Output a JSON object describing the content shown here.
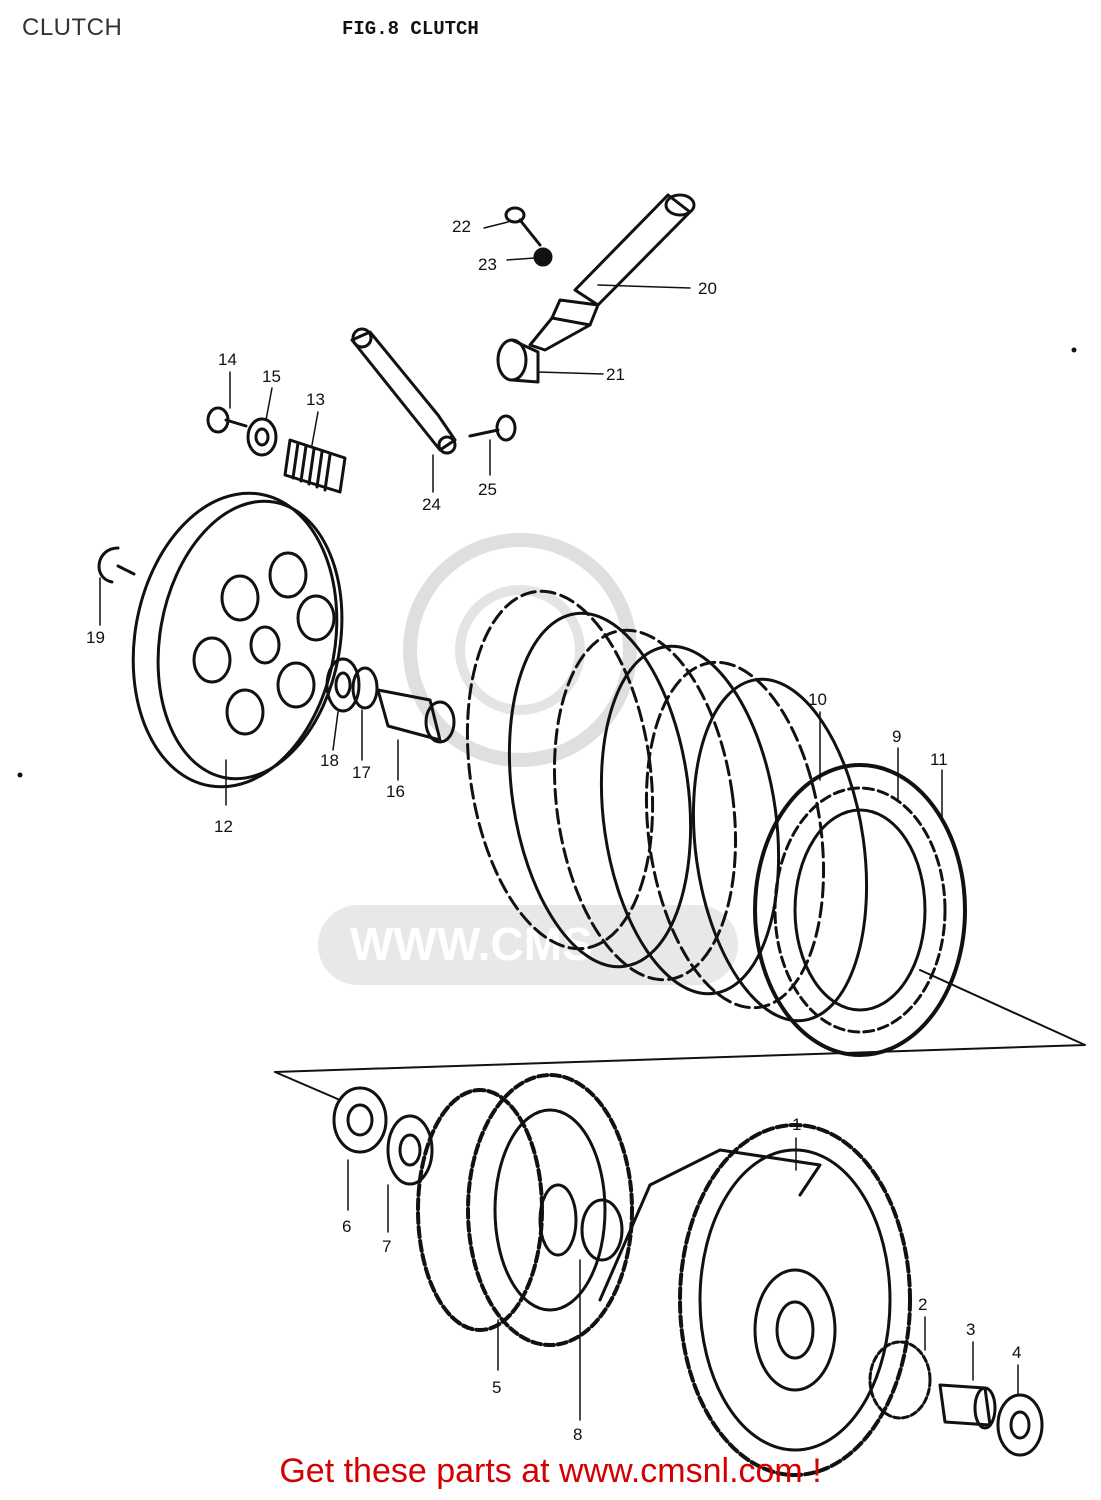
{
  "page": {
    "title": "CLUTCH"
  },
  "figure": {
    "label": "FIG.8  CLUTCH"
  },
  "watermark": {
    "text": "WWW.CMS"
  },
  "footer": {
    "cta": "Get these parts at www.cmsnl.com !"
  },
  "colors": {
    "cta": "#d40000",
    "line": "#111111",
    "watermark": "#d9d9d9"
  },
  "callouts": {
    "n1": "1",
    "n2": "2",
    "n3": "3",
    "n4": "4",
    "n5": "5",
    "n6": "6",
    "n7": "7",
    "n8": "8",
    "n9": "9",
    "n10": "10",
    "n11": "11",
    "n12": "12",
    "n13": "13",
    "n14": "14",
    "n15": "15",
    "n16": "16",
    "n17": "17",
    "n18": "18",
    "n19": "19",
    "n20": "20",
    "n21": "21",
    "n22": "22",
    "n23": "23",
    "n24": "24",
    "n25": "25"
  }
}
